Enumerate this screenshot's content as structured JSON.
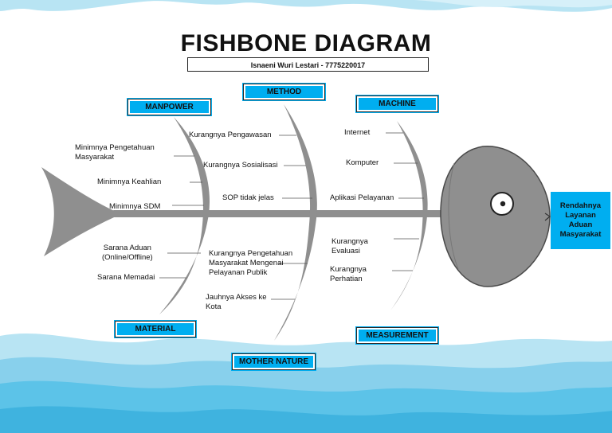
{
  "header": {
    "title": "FISHBONE DIAGRAM",
    "author": "Isnaeni Wuri Lestari - 7775220017"
  },
  "effect": {
    "label": "Rendahnya\nLayanan\nAduan\nMasyarakat"
  },
  "categories": {
    "manpower": "MANPOWER",
    "method": "METHOD",
    "machine": "MACHINE",
    "material": "MATERIAL",
    "mother_nature": "MOTHER NATURE",
    "measurement": "MEASUREMENT"
  },
  "causes": {
    "manpower": [
      "Minimnya Pengetahuan\nMasyarakat",
      "Minimnya Keahlian",
      "Minimnya SDM"
    ],
    "method": [
      "Kurangnya Pengawasan",
      "Kurangnya Sosialisasi",
      "SOP tidak jelas"
    ],
    "machine": [
      "Internet",
      "Komputer",
      "Aplikasi Pelayanan"
    ],
    "material": [
      "Sarana Aduan\n(Online/Offline)",
      "Sarana Memadai"
    ],
    "mother_nature": [
      "Kurangnya Pengetahuan\nMasyarakat Mengenai\nPelayanan Publik",
      "Jauhnya Akses ke\nKota"
    ],
    "measurement": [
      "Kurangnya\nEvaluasi",
      "Kurangnya\nPerhatian"
    ]
  },
  "colors": {
    "accent": "#00aef0",
    "bone": "#8f8f8f",
    "water": "#b8e4f3",
    "water_dark": "#5cc3e8"
  }
}
